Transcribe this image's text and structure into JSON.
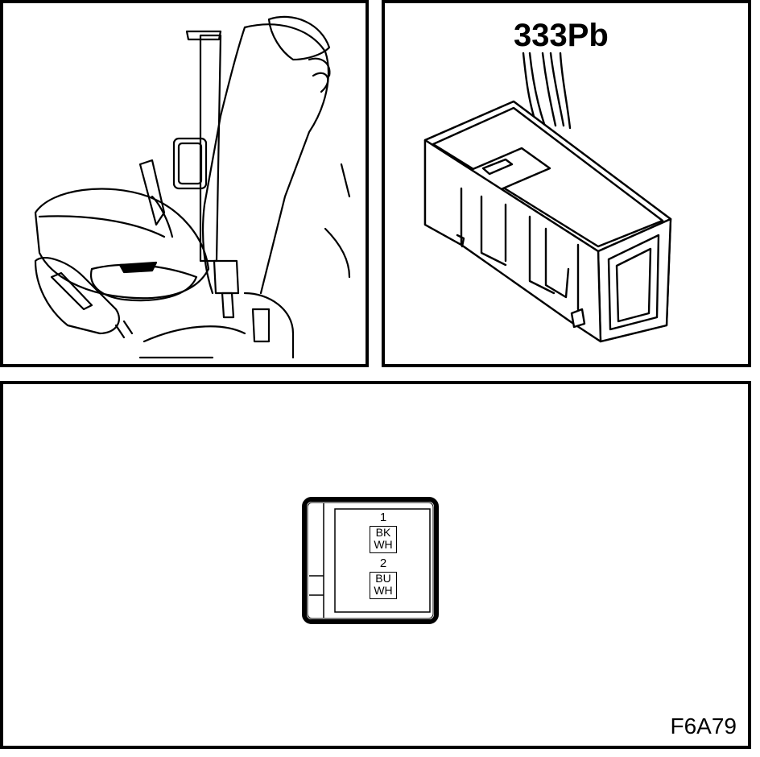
{
  "connector": {
    "label": "333Pb",
    "pins": [
      {
        "number": "1",
        "colors": [
          "BK",
          "WH"
        ]
      },
      {
        "number": "2",
        "colors": [
          "BU",
          "WH"
        ]
      }
    ]
  },
  "figure_code": "F6A79",
  "icons": [
    "seat-belt-seat-illustration",
    "connector-illustration"
  ]
}
